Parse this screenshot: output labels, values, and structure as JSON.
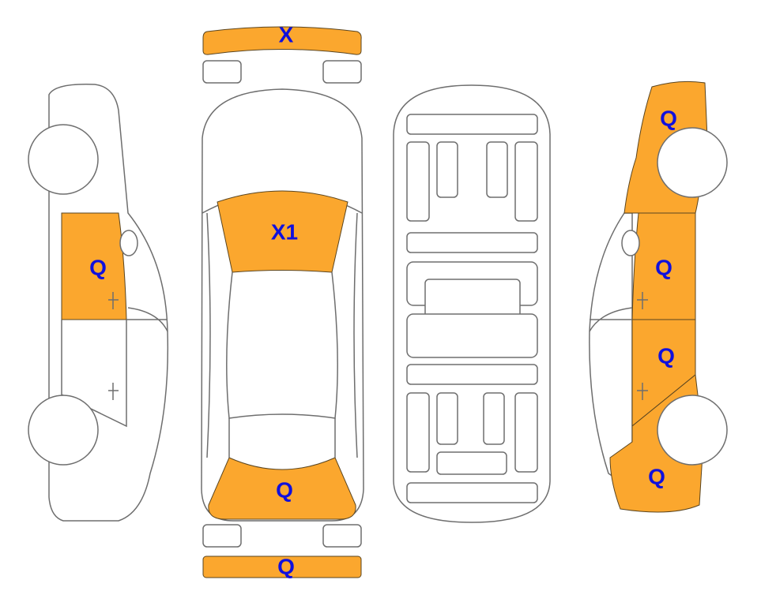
{
  "damage_color": "#FBA72E",
  "label_color": "#1010DD",
  "labels": {
    "front_bumper": "X",
    "windshield": "X1",
    "rear_window": "Q",
    "rear_bumper": "Q",
    "left_front_door": "Q",
    "right_front_fender": "Q",
    "right_front_door": "Q",
    "right_rear_door": "Q",
    "right_rear_quarter": "Q"
  }
}
